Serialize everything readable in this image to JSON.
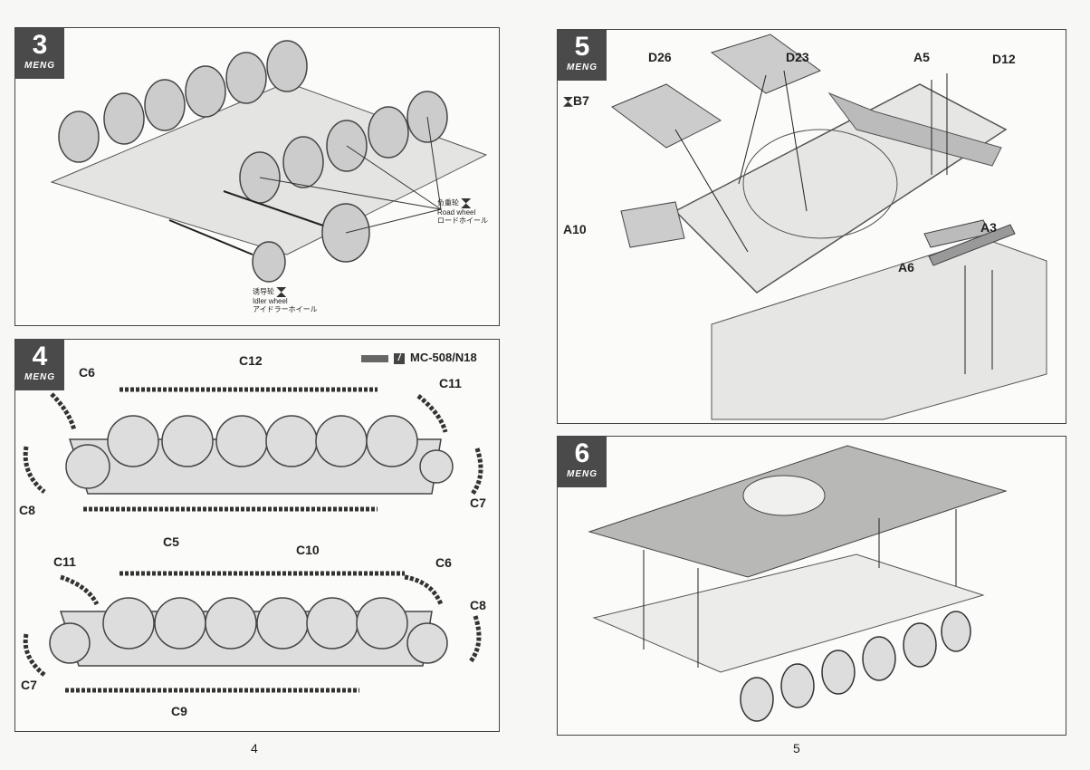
{
  "brand": "MENG",
  "steps": [
    {
      "number": "3",
      "labels": {
        "road_wheel": {
          "zh": "负重轮",
          "en": "Road wheel",
          "ja": "ロードホイール"
        },
        "idler_wheel": {
          "zh": "诱导轮",
          "en": "Idler wheel",
          "ja": "アイドラーホイール"
        }
      }
    },
    {
      "number": "4",
      "paint": "MC-508/N18",
      "parts": {
        "c12": "C12",
        "c6a": "C6",
        "c11a": "C11",
        "c8a": "C8",
        "c7a": "C7",
        "c5": "C5",
        "c10": "C10",
        "c11b": "C11",
        "c6b": "C6",
        "c8b": "C8",
        "c7b": "C7",
        "c9": "C9"
      }
    },
    {
      "number": "5",
      "parts": {
        "d26": "D26",
        "d23": "D23",
        "a5": "A5",
        "d12": "D12",
        "b7": "B7",
        "a10": "A10",
        "a3": "A3",
        "a6": "A6"
      }
    },
    {
      "number": "6"
    }
  ],
  "page_numbers": [
    "4",
    "5"
  ]
}
